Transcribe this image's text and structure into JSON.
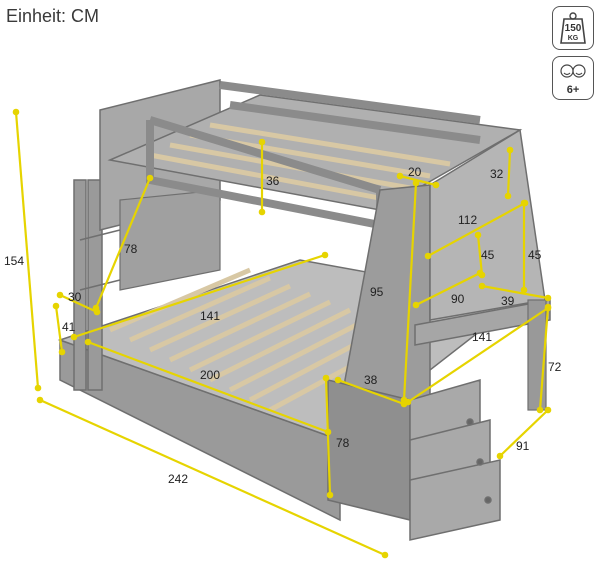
{
  "header": {
    "unit_label": "Einheit: CM"
  },
  "badges": {
    "weight": {
      "value": "150",
      "unit": "KG",
      "icon": "weight-icon"
    },
    "age": {
      "value": "6+",
      "icon": "children-faces-icon"
    }
  },
  "colors": {
    "dimension_line": "#e6d400",
    "bed_frame": "#8b8b8b",
    "bed_shadow": "#6f6f6f",
    "slat": "#d8c8a4"
  },
  "dimensions": {
    "total_height": "154",
    "total_length": "242",
    "upper_rail_height": "36",
    "ladder_length": "78",
    "ladder_step": "30",
    "lower_guard": "41",
    "lower_width": "141",
    "lower_length": "200",
    "end_panel_height": "78",
    "steps_gap": "38",
    "shelf_top_width": "20",
    "shelf_top_height": "32",
    "shelf_width": "112",
    "shelf_inner_height": "45",
    "shelf_side_height": "45",
    "shelf_depth": "90",
    "desk_depth": "39",
    "tower_height": "95",
    "desk_width": "141",
    "desk_height": "72",
    "drawer_depth": "91"
  }
}
